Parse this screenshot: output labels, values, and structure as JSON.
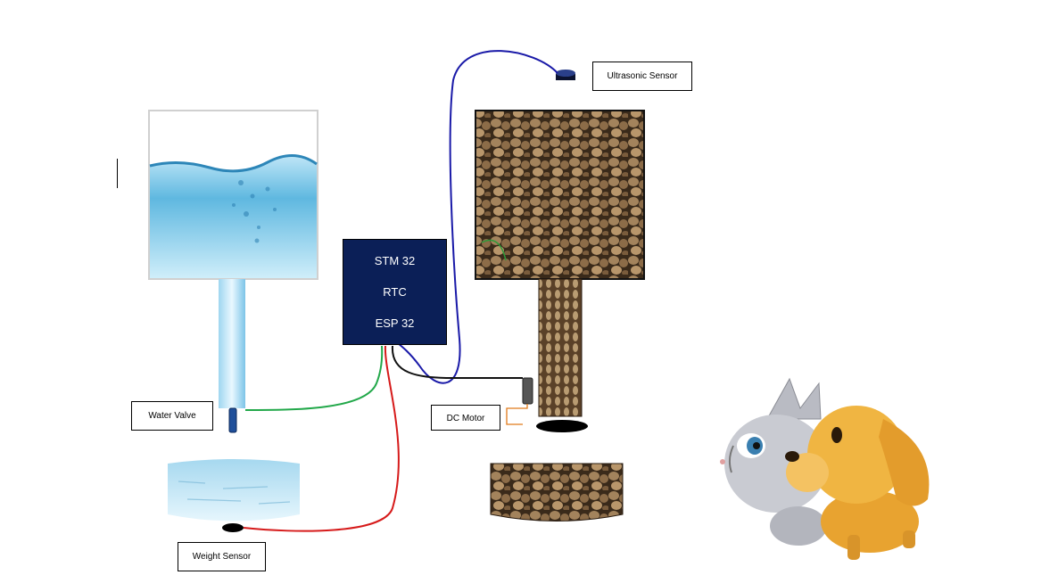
{
  "controller": {
    "lines": [
      "STM 32",
      "RTC",
      "ESP 32"
    ],
    "color": "#0b1f57"
  },
  "labels": {
    "ultrasonic": "Ultrasonic Sensor",
    "water_valve": "Water Valve",
    "dc_motor": "DC Motor",
    "weight_sensor": "Weight Sensor"
  },
  "colors": {
    "ultrasonic_wire": "#1a1aa8",
    "valve_wire": "#22a84a",
    "weight_wire": "#d61a1a",
    "motor_wire": "#111111",
    "motor_lead": "#e07a1a"
  },
  "icons": [
    "water-tank-icon",
    "food-hopper-icon",
    "water-bowl-icon",
    "food-bowl-icon",
    "pets-illustration-icon"
  ]
}
